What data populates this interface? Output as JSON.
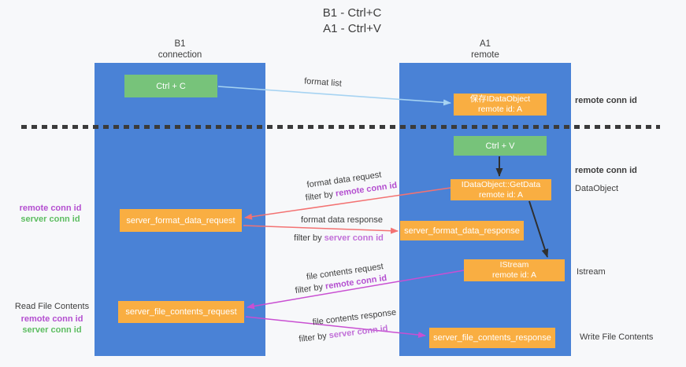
{
  "title": {
    "line1": "B1 - Ctrl+C",
    "line2": "A1 - Ctrl+V"
  },
  "lifelines": {
    "left": {
      "name": "B1",
      "role": "connection"
    },
    "right": {
      "name": "A1",
      "role": "remote"
    }
  },
  "nodes": {
    "ctrl_c": "Ctrl + C",
    "ctrl_v": "Ctrl + V",
    "save_dataobject": {
      "line1": "保存IDataObject",
      "line2": "remote id: A"
    },
    "getdata": {
      "line1": "IDataObject::GetData",
      "line2": "remote id: A"
    },
    "istream": {
      "line1": "IStream",
      "line2": "remote id: A"
    },
    "format_request": "server_format_data_request",
    "format_response": "server_format_data_response",
    "file_request": "server_file_contents_request",
    "file_response": "server_file_contents_response"
  },
  "arrow_labels": {
    "format_list": "format list",
    "format_data_request": "format data request",
    "format_data_response": "format data response",
    "file_contents_request": "file contents request",
    "file_contents_response": "file contents response",
    "filter_by": "filter by",
    "remote_conn_id": "remote conn id",
    "server_conn_id": "server conn id"
  },
  "annotations": {
    "remote_conn_id": "remote conn id",
    "server_conn_id": "server conn id",
    "read_file_contents": "Read File Contents",
    "write_file_contents": "Write File Contents",
    "dataobject": "DataObject",
    "istream": "Istream"
  },
  "colors": {
    "lifeline_blue": "#4a82d6",
    "node_orange": "#f9ae42",
    "node_green": "#77c37a",
    "arrow_blue": "#a6d3f2",
    "arrow_red": "#f37272",
    "arrow_magenta": "#c94fd2",
    "arrow_black": "#2f2f2f",
    "label_purple": "#b44fd0",
    "label_purple_light": "#c16fd8",
    "label_green": "#5dbd61"
  }
}
